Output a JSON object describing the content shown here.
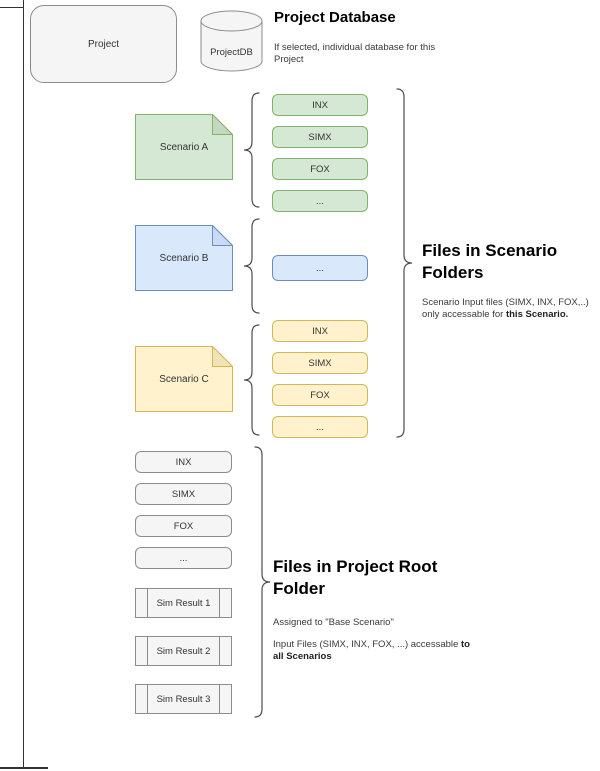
{
  "project": {
    "label": "Project"
  },
  "database": {
    "label": "ProjectDB",
    "heading": "Project Database",
    "desc_line1": "If selected, individual database for this",
    "desc_line2": "Project"
  },
  "scenarios": [
    {
      "name": "Scenario A",
      "color": "green",
      "files": [
        "INX",
        "SIMX",
        "FOX",
        "..."
      ]
    },
    {
      "name": "Scenario B",
      "color": "blue",
      "files": [
        "..."
      ]
    },
    {
      "name": "Scenario C",
      "color": "yellow",
      "files": [
        "INX",
        "SIMX",
        "FOX",
        "..."
      ]
    }
  ],
  "scenario_section": {
    "heading": "Files in Scenario Folders",
    "desc_line1": "Scenario Input files (SIMX, INX, FOX,..)",
    "desc_line2_normal": "only accessable for ",
    "desc_line2_bold": "this Scenario."
  },
  "root_section": {
    "heading": "Files in Project Root Folder",
    "assigned_label": "Assigned to \"Base Scenario\"",
    "input_normal": "Input Files (SIMX, INX, FOX, ...) accessable ",
    "input_bold_line1": "to",
    "input_bold_line2": "all Scenarios",
    "files": [
      "INX",
      "SIMX",
      "FOX",
      "..."
    ],
    "results": [
      "Sim Result 1",
      "Sim Result 2",
      "Sim Result 3"
    ]
  },
  "icons": {
    "cylinder": "database-cylinder",
    "note": "document-note-shape",
    "brace": "curly-brace"
  },
  "colors": {
    "green_fill": "#d5e8d4",
    "green_stroke": "#82b366",
    "blue_fill": "#dae8fc",
    "blue_stroke": "#6c8ebf",
    "yellow_fill": "#fff2cc",
    "yellow_stroke": "#d6b656",
    "gray_fill": "#f5f5f5",
    "gray_stroke": "#8c8c8c",
    "line": "#333333",
    "heading_text": "#000000",
    "body_text": "#3a3a3a"
  }
}
